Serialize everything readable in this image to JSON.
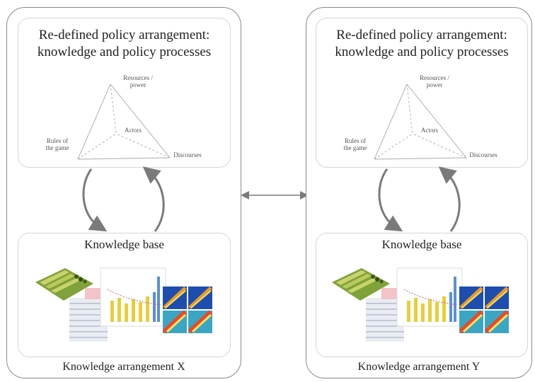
{
  "panels": [
    {
      "id": "x",
      "title": "Re-defined policy arrangement:\nknowledge and policy processes",
      "labels": {
        "resources": "Resources /\npower",
        "actors": "Actors",
        "rules": "Rules of\nthe game",
        "discourses": "Discourses"
      },
      "knowledge_base": "Knowledge base",
      "footer": "Knowledge arrangement X"
    },
    {
      "id": "y",
      "title": "Re-defined policy arrangement:\nknowledge and policy processes",
      "labels": {
        "resources": "Resources /\npower",
        "actors": "Actors",
        "rules": "Rules of\nthe game",
        "discourses": "Discourses"
      },
      "knowledge_base": "Knowledge base",
      "footer": "Knowledge arrangement Y"
    }
  ],
  "colors": {
    "border": "#8a8a8a",
    "arrow": "#7a7a7a",
    "tetra_line": "#bcbcbc",
    "bar_yellow": "#e6cf3a",
    "bar_blue": "#5b8fd6"
  }
}
